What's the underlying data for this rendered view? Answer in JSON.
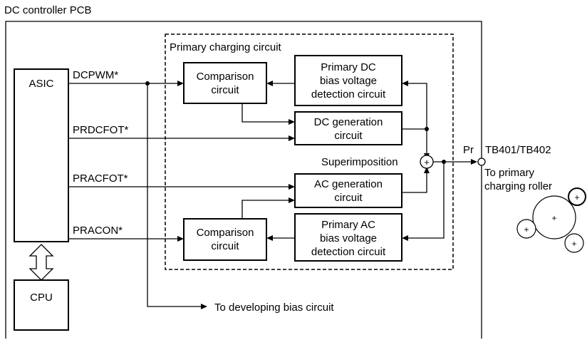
{
  "title": "DC controller PCB",
  "blocks": {
    "asic": "ASIC",
    "cpu": "CPU",
    "primary_charging_circuit": "Primary charging circuit",
    "comparison_top": [
      "Comparison",
      "circuit"
    ],
    "dc_detect": [
      "Primary DC",
      "bias voltage",
      "detection circuit"
    ],
    "dc_generation": [
      "DC generation",
      "circuit"
    ],
    "ac_generation": [
      "AC generation",
      "circuit"
    ],
    "comparison_bottom": [
      "Comparison",
      "circuit"
    ],
    "ac_detect": [
      "Primary AC",
      "bias voltage",
      "detection circuit"
    ]
  },
  "signals": {
    "dcpwm": "DCPWM*",
    "prdcfot": "PRDCFOT*",
    "pracfot": "PRACFOT*",
    "pracon": "PRACON*"
  },
  "labels": {
    "superimposition": "Superimposition",
    "plus": "+",
    "pr": "Pr",
    "terminal": "TB401/TB402",
    "to_roller": [
      "To primary",
      "charging roller"
    ],
    "to_developing": "To developing bias circuit"
  }
}
